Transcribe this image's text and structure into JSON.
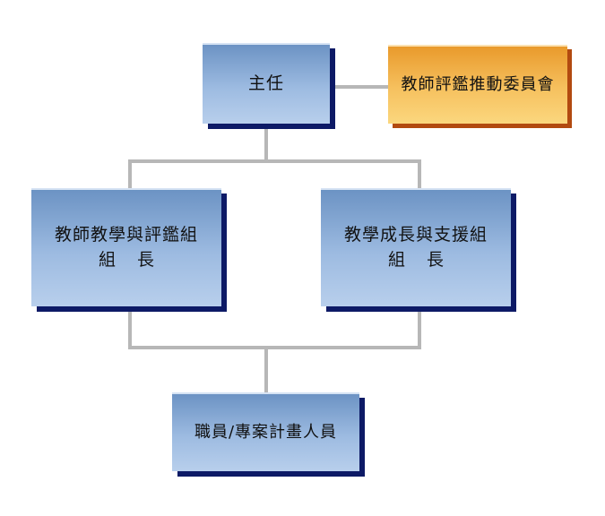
{
  "nodes": {
    "director": {
      "label": "主任"
    },
    "committee": {
      "label": "教師評鑑推動委員會"
    },
    "teaching_eval": {
      "line1": "教師教學與評鑑組",
      "line2": "組長"
    },
    "growth_support": {
      "line1": "教學成長與支援組",
      "line2": "組長"
    },
    "staff": {
      "label": "職員/專案計畫人員"
    }
  },
  "colors": {
    "blue_box": "#9dbbe1",
    "blue_shadow": "#0d1a66",
    "orange_box": "#f6c15f",
    "orange_shadow": "#b24a10",
    "connector": "#b7b7b7"
  }
}
